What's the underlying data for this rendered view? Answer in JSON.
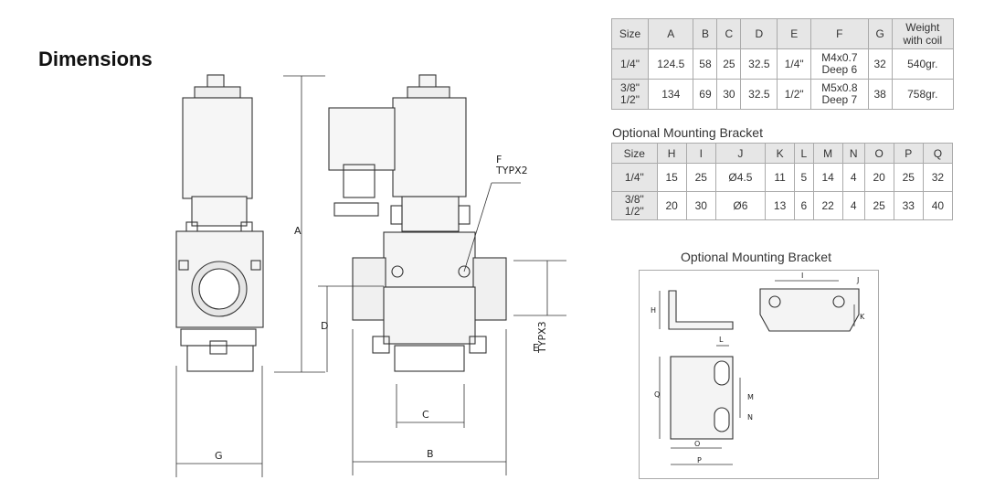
{
  "heading": "Dimensions",
  "table1": {
    "headers": [
      "Size",
      "A",
      "B",
      "C",
      "D",
      "E",
      "F",
      "G",
      "Weight\nwith coil"
    ],
    "rows": [
      [
        "1/4\"",
        "124.5",
        "58",
        "25",
        "32.5",
        "1/4\"",
        "M4x0.7\nDeep 6",
        "32",
        "540gr."
      ],
      [
        "3/8\"\n1/2\"",
        "134",
        "69",
        "30",
        "32.5",
        "1/2\"",
        "M5x0.8\nDeep 7",
        "38",
        "758gr."
      ]
    ]
  },
  "table2": {
    "caption": "Optional Mounting Bracket",
    "headers": [
      "Size",
      "H",
      "I",
      "J",
      "K",
      "L",
      "M",
      "N",
      "O",
      "P",
      "Q"
    ],
    "rows": [
      [
        "1/4\"",
        "15",
        "25",
        "Ø4.5",
        "11",
        "5",
        "14",
        "4",
        "20",
        "25",
        "32"
      ],
      [
        "3/8\"\n1/2\"",
        "20",
        "30",
        "Ø6",
        "13",
        "6",
        "22",
        "4",
        "25",
        "33",
        "40"
      ]
    ]
  },
  "bracket_caption": "Optional Mounting Bracket",
  "valve_labels": {
    "A": "A",
    "B": "B",
    "C": "C",
    "D": "D",
    "E": "E",
    "G": "G",
    "F": "F",
    "typx2": "TYPX2",
    "typx3": "TYPX3"
  },
  "bracket_labels": {
    "H": "H",
    "I": "I",
    "J": "J",
    "K": "K",
    "L": "L",
    "M": "M",
    "N": "N",
    "O": "O",
    "P": "P",
    "Q": "Q"
  }
}
